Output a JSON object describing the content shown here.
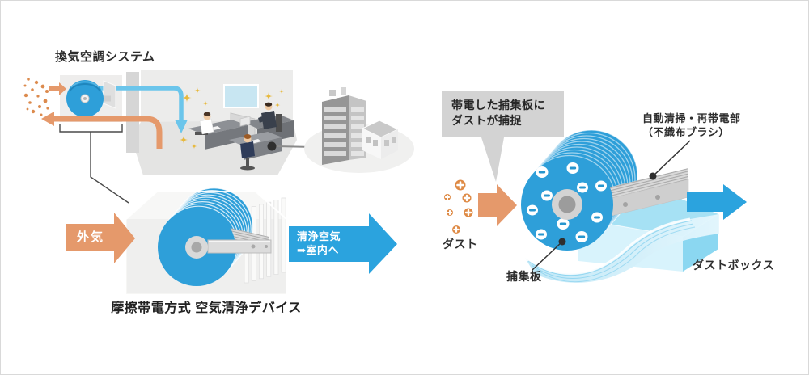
{
  "left_panel": {
    "system_title": "換気空調システム",
    "device_caption": "摩擦帯電方式 空気清浄デバイス",
    "outside_air_label": "外気",
    "clean_air_label_line1": "清浄空気",
    "clean_air_label_line2": "➡室内へ"
  },
  "right_panel": {
    "callout_line1": "帯電した捕集板に",
    "callout_line2": "ダストが捕捉",
    "brush_label_line1": "自動清掃・再帯電部",
    "brush_label_line2": "（不織布ブラシ）",
    "dust_label": "ダスト",
    "collector_plate_label": "捕集板",
    "dust_box_label": "ダストボックス"
  },
  "colors": {
    "arrow_orange": "#E5996B",
    "dust_particle_orange": "#DC8B4E",
    "arrow_blue": "#2BA3DE",
    "duct_blue": "#6BC5EB",
    "disc_blue": "#2E9FD9",
    "dust_box_blue": "#A6E1F4",
    "callout_gray": "#D3D3D3",
    "text_dark": "#2E2E2E"
  }
}
